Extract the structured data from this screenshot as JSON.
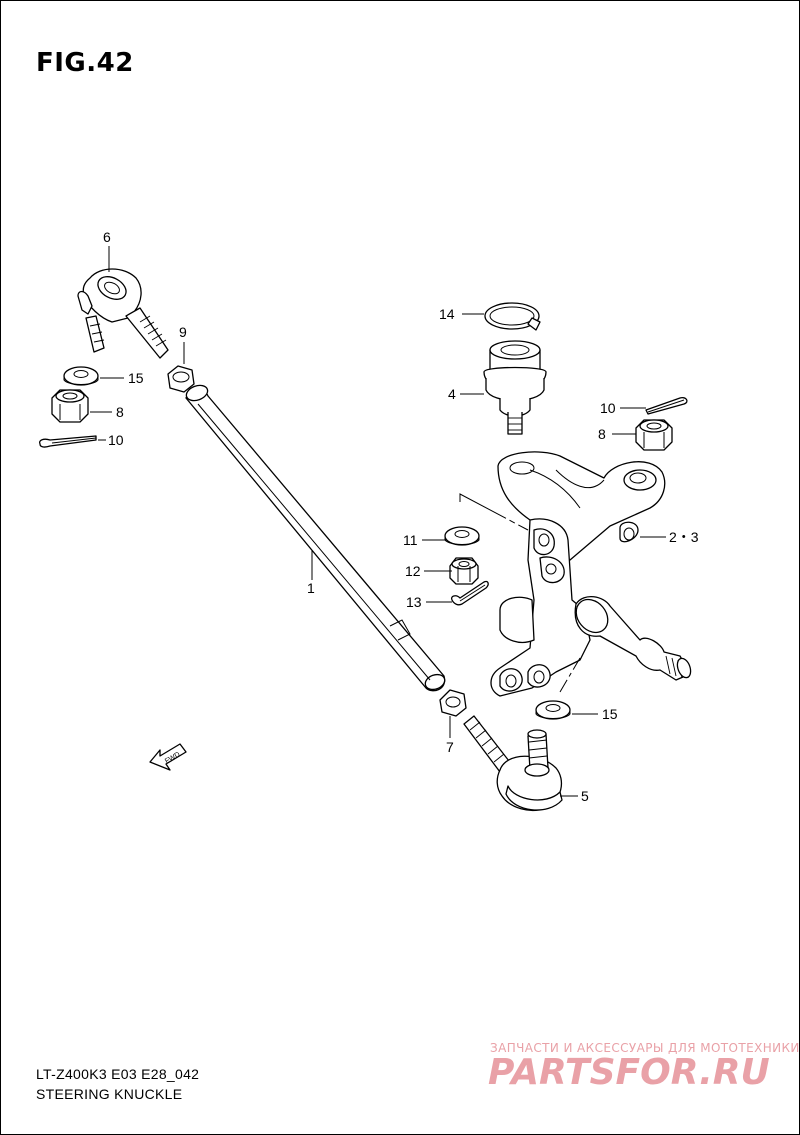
{
  "figure": {
    "title": "FIG.42"
  },
  "footer": {
    "model_code": "LT-Z400K3 E03 E28_042",
    "subtitle": "STEERING KNUCKLE"
  },
  "watermark": {
    "top_text": "ЗАПЧАСТИ И АКСЕССУАРЫ ДЛЯ МОТОТЕХНИКИ",
    "logo_text": "PARTSFOR.RU",
    "color": "#e9a1a7"
  },
  "callouts": {
    "p1": "1",
    "p2_3": "2・3",
    "p4": "4",
    "p5": "5",
    "p6": "6",
    "p7": "7",
    "p8_left": "8",
    "p8_right": "8",
    "p9": "9",
    "p10_left": "10",
    "p10_right": "10",
    "p11": "11",
    "p12": "12",
    "p13": "13",
    "p14": "14",
    "p15_left": "15",
    "p15_right": "15"
  },
  "fwd_label": "FWD"
}
